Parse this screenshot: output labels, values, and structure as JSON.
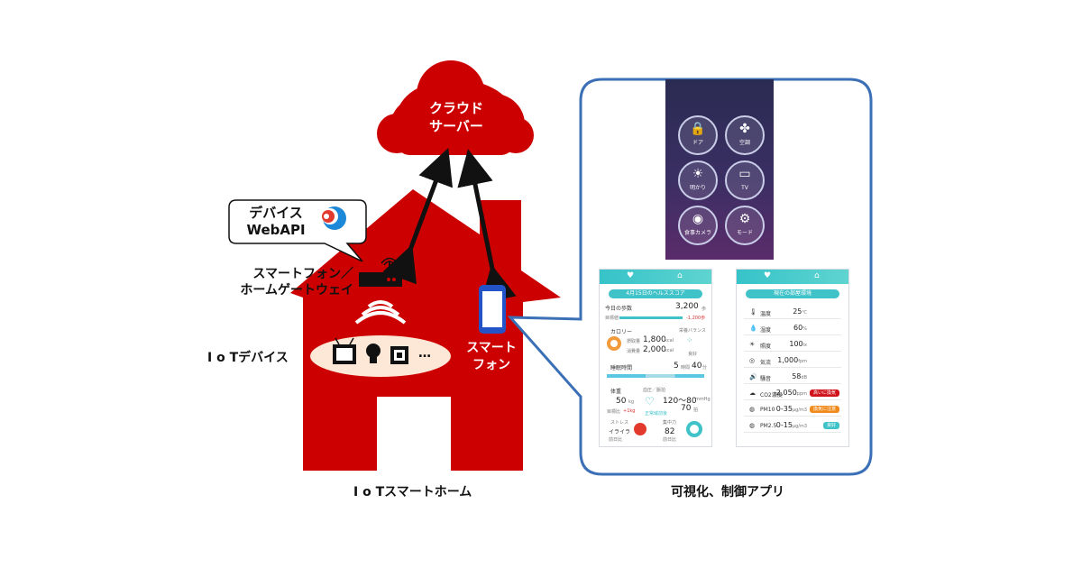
{
  "cloud": {
    "line1": "クラウド",
    "line2": "サーバー"
  },
  "bubble": {
    "line1": "デバイス",
    "line2": "WebAPI"
  },
  "labels": {
    "gateway_line1": "スマートフォン／",
    "gateway_line2": "ホームゲートウェイ",
    "iot_devices": "I o Tデバイス",
    "smartphone_line1": "スマート",
    "smartphone_line2": "フォン",
    "home_caption": "I o Tスマートホーム",
    "app_caption": "可視化、制御アプリ"
  },
  "device_more": "…",
  "colors": {
    "house_red": "#cc0000",
    "callout_blue": "#3b6fb6",
    "phone_blue": "#2453c7",
    "app_teal": "#3fc2c8"
  },
  "control_app": {
    "buttons": [
      {
        "icon": "lock-icon",
        "glyph": "🔒",
        "label": "ドア"
      },
      {
        "icon": "fan-icon",
        "glyph": "✤",
        "label": "空調"
      },
      {
        "icon": "sun-icon",
        "glyph": "☀",
        "label": "明かり"
      },
      {
        "icon": "tv-icon",
        "glyph": "▭",
        "label": "TV"
      },
      {
        "icon": "camera-icon",
        "glyph": "◉",
        "label": "食事カメラ"
      },
      {
        "icon": "gear-icon",
        "glyph": "⚙",
        "label": "モード"
      }
    ]
  },
  "health_app": {
    "title": "4月15日のヘルススコア",
    "steps_label": "今日の歩数",
    "steps_value": "3,200",
    "steps_unit": "歩",
    "steps_sub": "目標値",
    "steps_diff": "-1,200歩",
    "calorie_label": "カロリー",
    "calorie_in_label": "摂取量",
    "calorie_in_value": "1,800",
    "calorie_unit": "kcal",
    "calorie_out_label": "消費量",
    "calorie_out_value": "2,000",
    "nutrition_label": "栄養バランス",
    "nutrition_sub": "良好",
    "sleep_label": "睡眠時間",
    "sleep_value": "5",
    "sleep_unit_h": "時間",
    "sleep_min": "40",
    "sleep_unit_m": "分",
    "weight_label": "体重",
    "weight_value": "50",
    "weight_unit": "kg",
    "weight_sub": "目標比",
    "weight_diff": "+1kg",
    "bp_label": "血圧／脈拍",
    "bp_value": "120〜80",
    "bp_unit": "mmHg",
    "pulse_value": "70",
    "pulse_unit": "拍",
    "bp_status": "正常域前後",
    "stress_label": "ストレス",
    "stress_value": "イライラ",
    "stress_sub": "前日比",
    "focus_label": "集中力",
    "focus_value": "82",
    "focus_sub": "前日比"
  },
  "env_app": {
    "title": "現在の部屋環境",
    "rows": [
      {
        "icon": "thermometer-icon",
        "glyph": "🌡",
        "name": "温度",
        "value": "25",
        "unit": "℃",
        "badge": ""
      },
      {
        "icon": "humidity-icon",
        "glyph": "💧",
        "name": "湿度",
        "value": "60",
        "unit": "%",
        "badge": ""
      },
      {
        "icon": "light-icon",
        "glyph": "☀",
        "name": "照度",
        "value": "100",
        "unit": "lx",
        "badge": ""
      },
      {
        "icon": "airflow-icon",
        "glyph": "◎",
        "name": "気流",
        "value": "1,000",
        "unit": "fpm",
        "badge": ""
      },
      {
        "icon": "noise-icon",
        "glyph": "🔊",
        "name": "騒音",
        "value": "58",
        "unit": "dB",
        "badge": ""
      },
      {
        "icon": "co2-icon",
        "glyph": "☁",
        "name": "CO2濃度",
        "value": "2,050",
        "unit": "ppm",
        "badge": "高いに換気"
      },
      {
        "icon": "pm10-icon",
        "glyph": "◍",
        "name": "PM10",
        "value": "0-35",
        "unit": "μg/m3",
        "badge": "換気に注意"
      },
      {
        "icon": "pm25-icon",
        "glyph": "◍",
        "name": "PM2.5",
        "value": "0-15",
        "unit": "μg/m3",
        "badge": "良好"
      }
    ]
  }
}
